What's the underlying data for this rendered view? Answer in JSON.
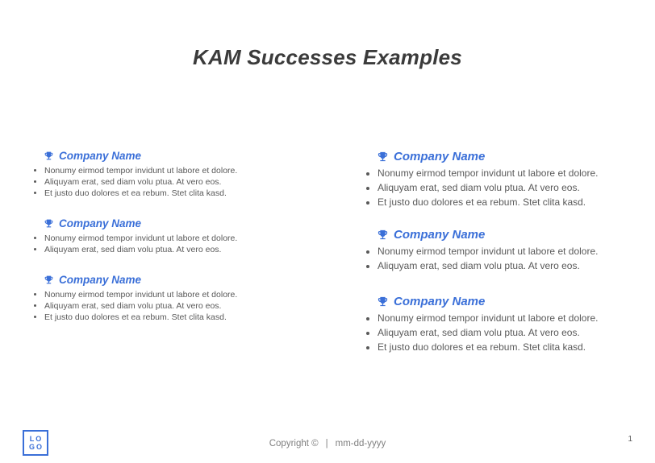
{
  "slide": {
    "title": "KAM Successes Examples",
    "colors": {
      "accent": "#3a6fd8",
      "title": "#3b3b3b",
      "body": "#595959",
      "footer": "#7f7f7f"
    },
    "columns": [
      {
        "sections": [
          {
            "heading": "Company Name",
            "bullets": [
              "Nonumy eirmod tempor invidunt ut labore et dolore.",
              "Aliquyam erat, sed diam volu ptua. At vero eos.",
              "Et justo duo dolores et ea rebum. Stet clita kasd."
            ]
          },
          {
            "heading": "Company Name",
            "bullets": [
              "Nonumy eirmod tempor invidunt ut labore et dolore.",
              "Aliquyam erat, sed diam volu ptua. At vero eos."
            ]
          },
          {
            "heading": "Company Name",
            "bullets": [
              "Nonumy eirmod tempor invidunt ut labore et dolore.",
              "Aliquyam erat, sed diam volu ptua. At vero eos.",
              "Et justo duo dolores et ea rebum. Stet clita kasd."
            ]
          }
        ]
      },
      {
        "sections": [
          {
            "heading": "Company Name",
            "bullets": [
              "Nonumy eirmod tempor invidunt ut labore et dolore.",
              "Aliquyam erat, sed diam volu ptua. At vero eos.",
              "Et justo duo dolores et ea rebum. Stet clita kasd."
            ]
          },
          {
            "heading": "Company Name",
            "bullets": [
              "Nonumy eirmod tempor invidunt ut labore et dolore.",
              "Aliquyam erat, sed diam volu ptua. At vero eos."
            ]
          },
          {
            "heading": "Company Name",
            "bullets": [
              "Nonumy eirmod tempor invidunt ut labore et dolore.",
              "Aliquyam erat, sed diam volu ptua. At vero eos.",
              "Et justo duo dolores et ea rebum. Stet clita kasd."
            ]
          }
        ]
      }
    ],
    "footer": {
      "logo_line1": "LO",
      "logo_line2": "GO",
      "copyright": "Copyright ©",
      "separator": "|",
      "date": "mm-dd-yyyy",
      "page_number": "1"
    }
  }
}
